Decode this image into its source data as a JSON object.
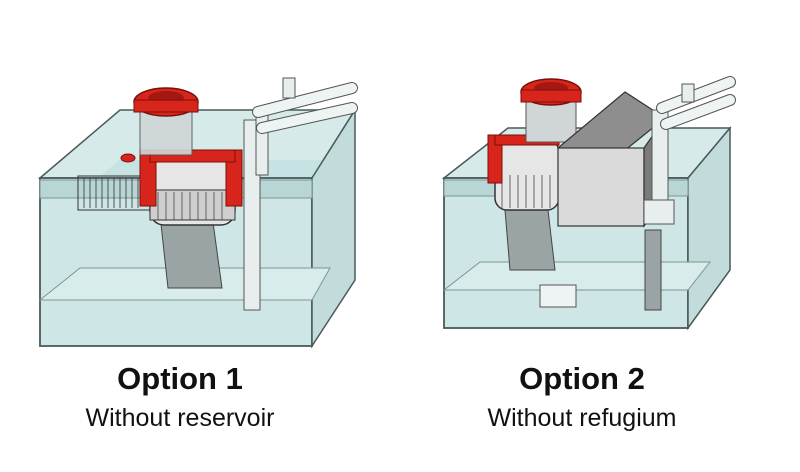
{
  "options": [
    {
      "title": "Option 1",
      "subtitle": "Without reservoir"
    },
    {
      "title": "Option 2",
      "subtitle": "Without refugium"
    }
  ],
  "colors": {
    "tank_glass": "#cfe6e6",
    "tank_edge": "#4a5a5a",
    "red_part": "#d8251c",
    "pipe": "#e8eeee",
    "gray_box": "#7b7b7b"
  }
}
